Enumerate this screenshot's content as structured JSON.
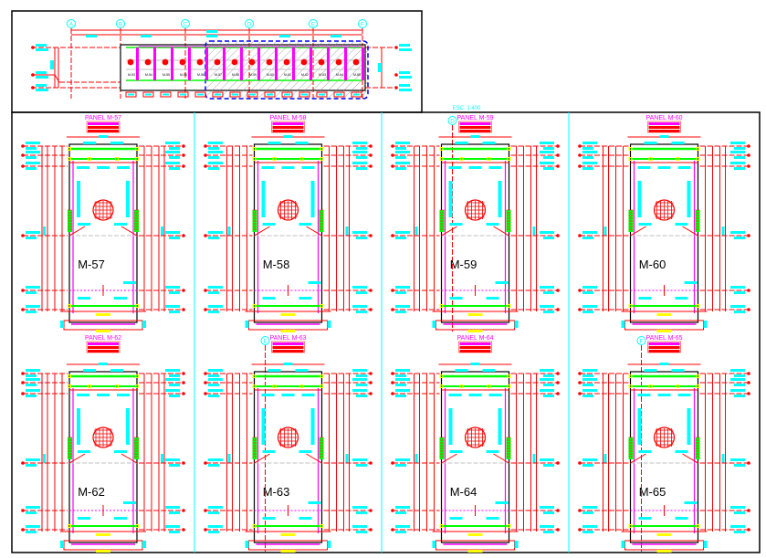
{
  "drawing": {
    "scale_label": "ESC. 1:400",
    "colors": {
      "frame": "#000000",
      "grid": "#00ffff",
      "dim": "#ff0000",
      "wall": "#ff00ff",
      "slab": "#00ff00",
      "text_title": "#ff00ff",
      "text_dim": "#00ffff",
      "node": "#ffff00",
      "selection": "#0000ff",
      "hatch": "#808080",
      "blank": "#c0c0c0",
      "title_box": "#ff8080"
    }
  },
  "key_plan": {
    "axes": [
      "A",
      "B",
      "C",
      "D",
      "E",
      "F"
    ],
    "panels": [
      "M-53",
      "M-54",
      "M-55",
      "M-56",
      "M-56",
      "M-57",
      "M-58",
      "M-59",
      "M-60",
      "M-61",
      "M-62",
      "M-63",
      "M-64",
      "M-65"
    ]
  },
  "panels": [
    {
      "title": "PANEL M-57",
      "label": "M-57",
      "axis": ""
    },
    {
      "title": "PANEL M-58",
      "label": "M-58",
      "axis": ""
    },
    {
      "title": "PANEL M-59",
      "label": "M-59",
      "axis": "D"
    },
    {
      "title": "PANEL M-60",
      "label": "M-60",
      "axis": ""
    },
    {
      "title": "PANEL M-62",
      "label": "M-62",
      "axis": ""
    },
    {
      "title": "PANEL M-63",
      "label": "M-63",
      "axis": "E"
    },
    {
      "title": "PANEL M-64",
      "label": "M-64",
      "axis": ""
    },
    {
      "title": "PANEL M-65",
      "label": "M-65",
      "axis": "F"
    }
  ]
}
